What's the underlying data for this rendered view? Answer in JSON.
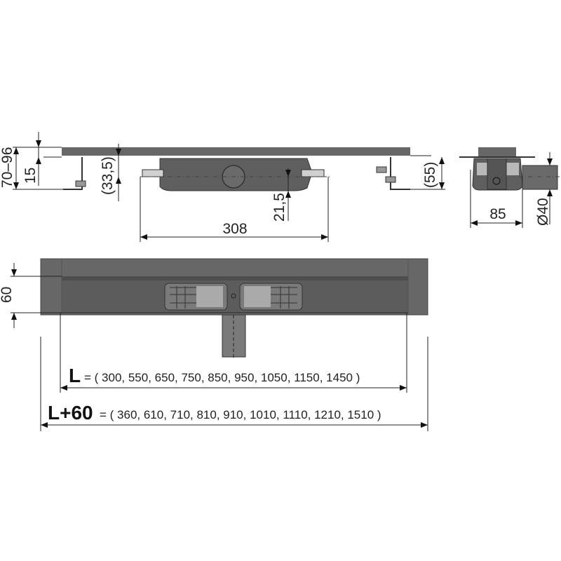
{
  "side_view": {
    "dim_total_height": "70–96",
    "dim_plate": "15",
    "dim_body_depth": "(33,5)",
    "dim_outlet_axis": "21,5",
    "dim_width": "308",
    "dim_bracket_height": "(55)"
  },
  "section_view": {
    "dim_width": "85",
    "dim_outlet_diameter": "Ø40"
  },
  "top_view": {
    "dim_channel_width": "60",
    "length_label": "L",
    "length_values": "= ( 300, 550, 650, 750, 850, 950, 1050, 1150, 1450 )",
    "total_length_label": "L+60",
    "total_length_values": "= ( 360, 610, 710, 810, 910, 1010, 1110, 1210, 1510 )"
  },
  "colors": {
    "body": "#5f5f5f",
    "plate": "#676767",
    "light": "#bdbdbd",
    "line": "#222222"
  }
}
